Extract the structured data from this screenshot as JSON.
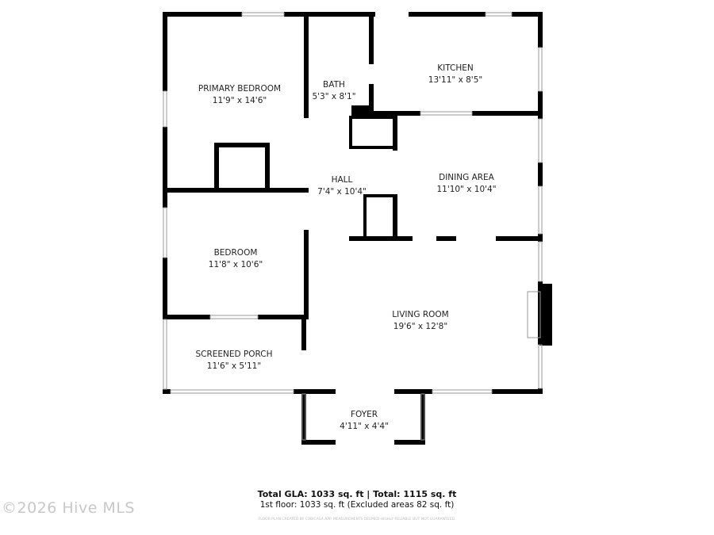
{
  "rooms": [
    {
      "name": "PRIMARY BEDROOM",
      "dims": "11'9\" x 14'6\""
    },
    {
      "name": "BATH",
      "dims": "5'3\" x 8'1\""
    },
    {
      "name": "KITCHEN",
      "dims": "13'11\" x 8'5\""
    },
    {
      "name": "HALL",
      "dims": "7'4\" x 10'4\""
    },
    {
      "name": "DINING AREA",
      "dims": "11'10\" x 10'4\""
    },
    {
      "name": "BEDROOM",
      "dims": "11'8\" x 10'6\""
    },
    {
      "name": "LIVING ROOM",
      "dims": "19'6\" x 12'8\""
    },
    {
      "name": "SCREENED PORCH",
      "dims": "11'6\" x 5'11\""
    },
    {
      "name": "FOYER",
      "dims": "4'11\" x 4'4\""
    }
  ],
  "totals": {
    "line1": "Total GLA: 1033 sq. ft | Total: 1115 sq. ft",
    "line2": "1st floor: 1033 sq. ft (Excluded areas 82 sq. ft)",
    "disclaimer": "FLOOR PLAN CREATED BY CUBICASA APP. MEASUREMENTS DEEMED HIGHLY RELIABLE BUT NOT GUARANTEED."
  },
  "watermark": "©2026 Hive MLS",
  "colors": {
    "wall": "#000000",
    "window": "#aaaaaa"
  }
}
